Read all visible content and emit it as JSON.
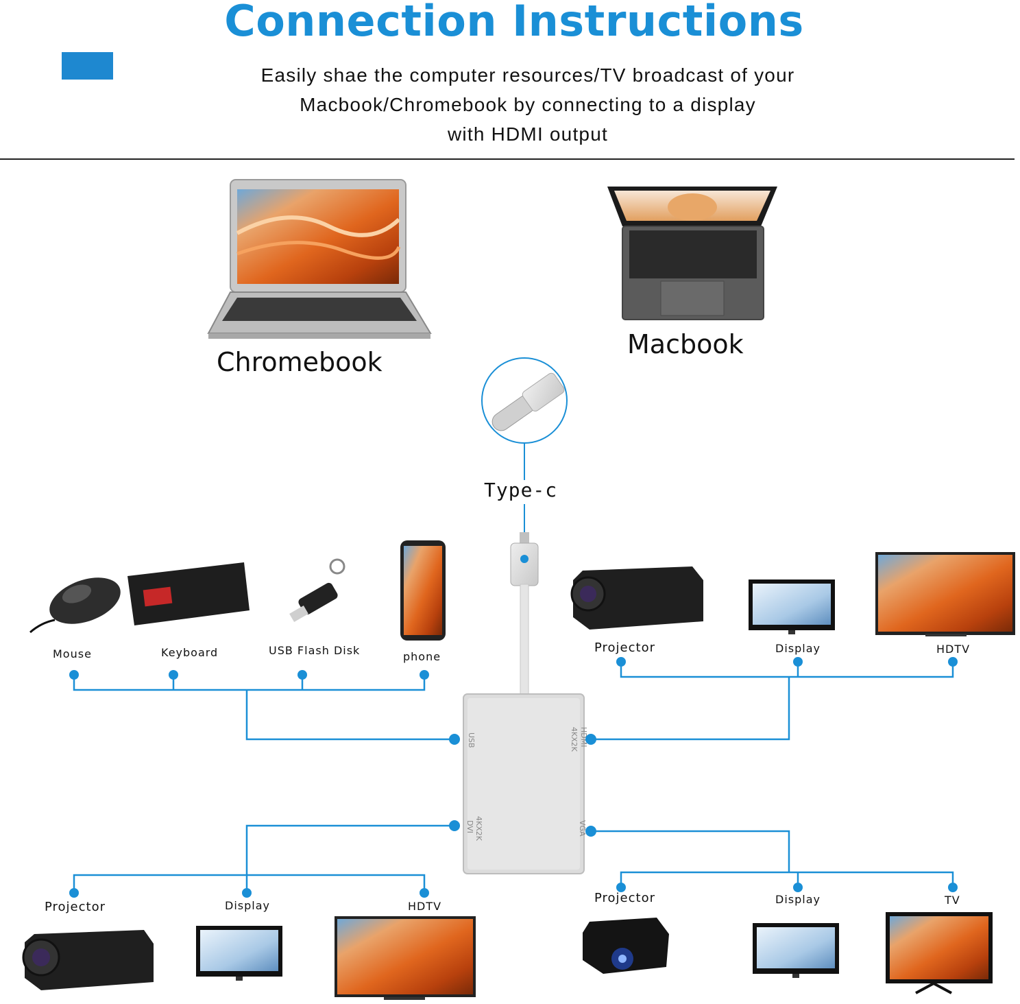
{
  "header": {
    "title": "Connection Instructions",
    "subtitle_lines": [
      "Easily shae the computer resources/TV broadcast of your",
      "Macbook/Chromebook by connecting to a display",
      "with HDMI output"
    ]
  },
  "sources": {
    "chromebook": "Chromebook",
    "macbook": "Macbook",
    "connector": "Type-c"
  },
  "hub": {
    "ports": {
      "usb": "USB",
      "hdmi": "HDMI",
      "hdmi_res": "4KX2K",
      "dvi": "DVI",
      "dvi_res": "4KX2K",
      "vga": "VGA"
    }
  },
  "groups": {
    "usb": [
      "Mouse",
      "Keyboard",
      "USB Flash Disk",
      "phone"
    ],
    "hdmi": [
      "Projector",
      "Display",
      "HDTV"
    ],
    "dvi": [
      "Projector",
      "Display",
      "HDTV"
    ],
    "vga": [
      "Projector",
      "Display",
      "TV"
    ]
  },
  "colors": {
    "accent": "#1a8fd6",
    "line": "#1a8fd6"
  }
}
